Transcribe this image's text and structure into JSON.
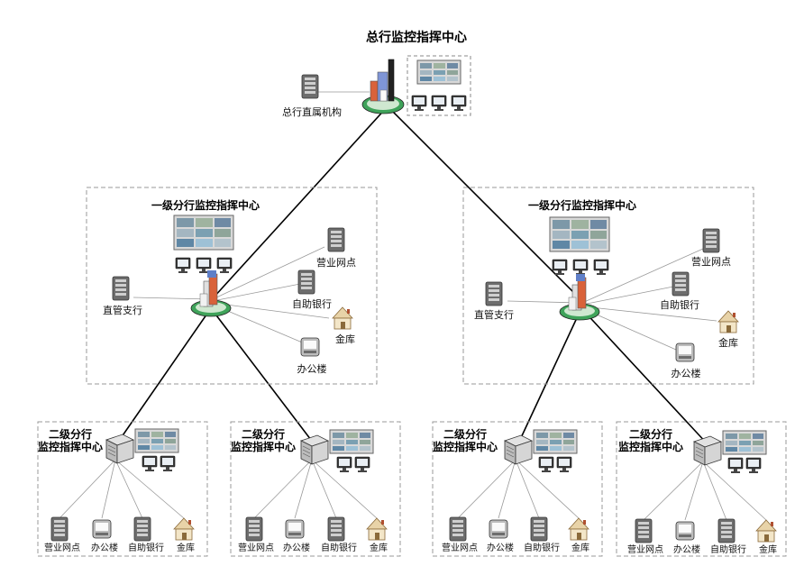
{
  "hq": {
    "title": "总行监控指挥中心",
    "direct": "总行直属机构"
  },
  "level1": [
    {
      "title": "一级分行监控指挥中心",
      "direct": "直管支行",
      "outlet": "营业网点",
      "atm": "自助银行",
      "vault": "金库",
      "office": "办公楼"
    },
    {
      "title": "一级分行监控指挥中心",
      "direct": "直管支行",
      "outlet": "营业网点",
      "atm": "自助银行",
      "vault": "金库",
      "office": "办公楼"
    }
  ],
  "level2": [
    {
      "title1": "二级分行",
      "title2": "监控指挥中心",
      "leaves": [
        "营业网点",
        "办公楼",
        "自助银行",
        "金库"
      ]
    },
    {
      "title1": "二级分行",
      "title2": "监控指挥中心",
      "leaves": [
        "营业网点",
        "办公楼",
        "自助银行",
        "金库"
      ]
    },
    {
      "title1": "二级分行",
      "title2": "监控指挥中心",
      "leaves": [
        "营业网点",
        "办公楼",
        "自助银行",
        "金库"
      ]
    },
    {
      "title1": "二级分行",
      "title2": "监控指挥中心",
      "leaves": [
        "营业网点",
        "办公楼",
        "自助银行",
        "金库"
      ]
    }
  ]
}
